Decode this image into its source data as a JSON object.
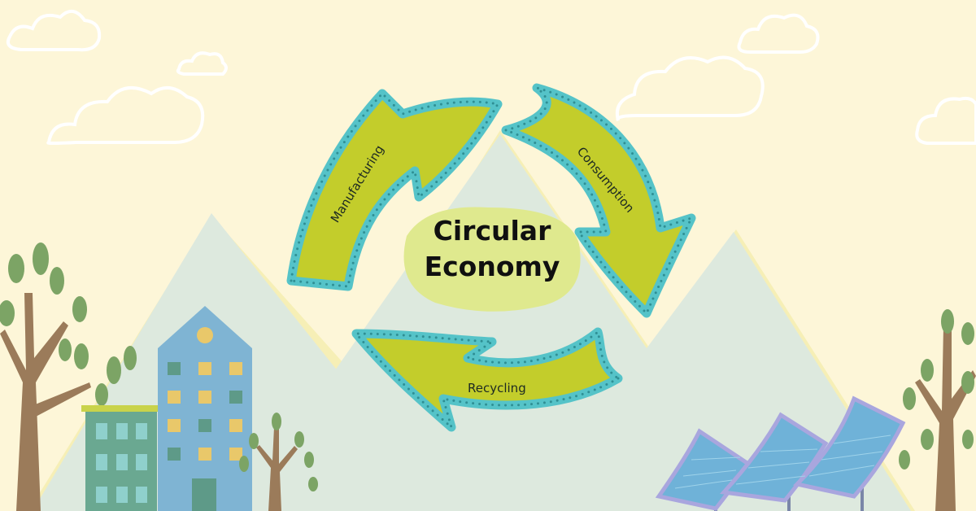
{
  "diagram": {
    "title_line1": "Circular",
    "title_line2": "Economy",
    "stages": [
      "Manufacturing",
      "Consumption",
      "Recycling"
    ]
  },
  "colors": {
    "background": "#fdf6d8",
    "mountain": "#dde9de",
    "arrow_fill": "#c3cd2b",
    "arrow_border": "#55c3c8",
    "center_blob": "#dfe98e"
  }
}
